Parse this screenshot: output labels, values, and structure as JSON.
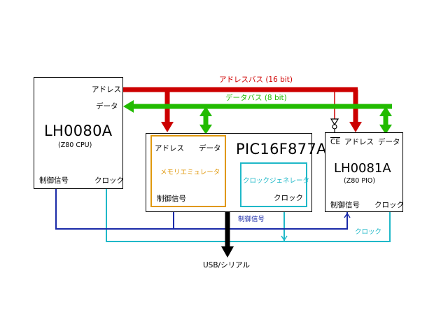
{
  "buses": {
    "address": "アドレスバス (16 bit)",
    "data": "データバス (8 bit)",
    "control": "制御信号",
    "clock": "クロック",
    "usb": "USB/シリアル"
  },
  "cpu": {
    "address": "アドレス",
    "data": "データ",
    "name": "LH0080A",
    "sub": "(Z80 CPU)",
    "control": "制御信号",
    "clock": "クロック"
  },
  "pic": {
    "address": "アドレス",
    "data": "データ",
    "name": "PIC16F877A",
    "memory_emulator": "メモリエミュレータ",
    "control": "制御信号",
    "clock_generator": "クロックジェネレータ",
    "clock": "クロック"
  },
  "pio": {
    "ce": "CE",
    "address": "アドレス",
    "data": "データ",
    "name": "LH0081A",
    "sub": "(Z80 PIO)",
    "control": "制御信号",
    "clock": "クロック"
  },
  "colors": {
    "address_bus": "#cc0000",
    "data_bus": "#22bb00",
    "control": "#1a2aa8",
    "clock": "#1fb8c8",
    "memory_emulator": "#e0980c",
    "usb": "#000000"
  }
}
